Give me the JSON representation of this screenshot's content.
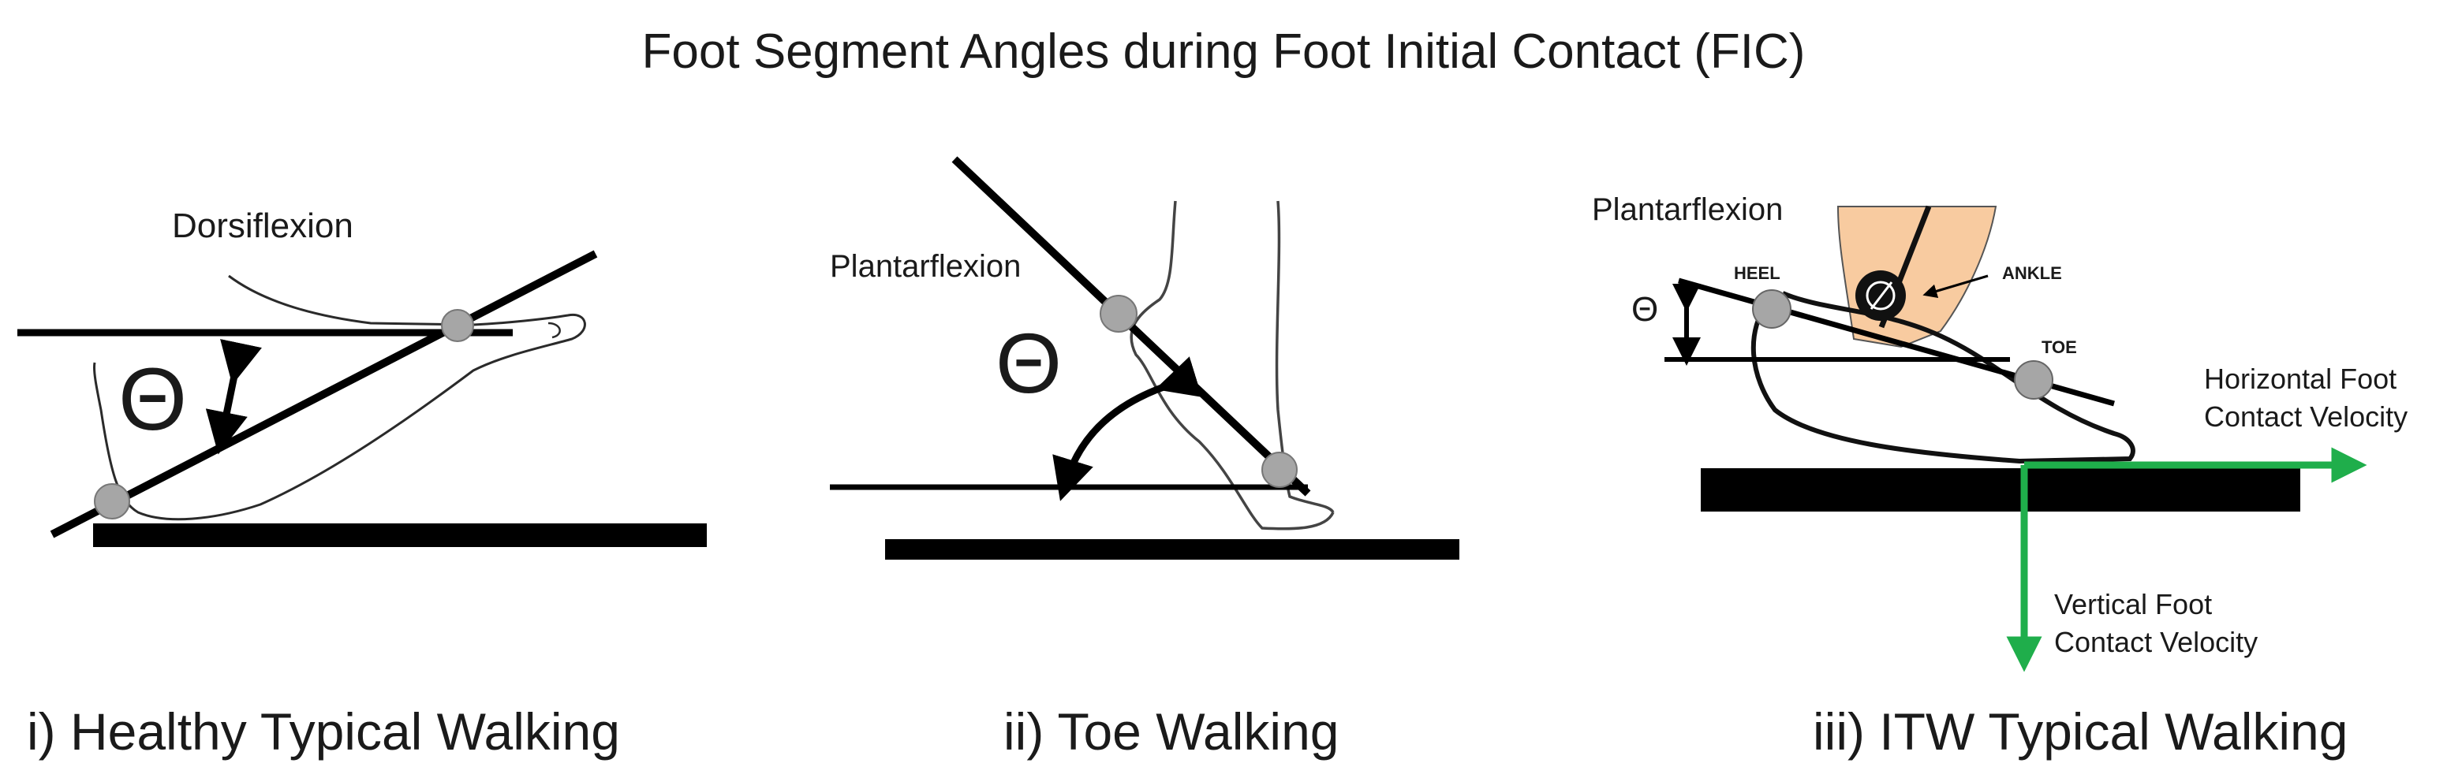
{
  "title": "Foot Segment Angles during Foot Initial Contact (FIC)",
  "panels": [
    {
      "caption": "i) Healthy Typical Walking",
      "angle_label": "Dorsiflexion",
      "theta": "Θ"
    },
    {
      "caption": "ii) Toe Walking",
      "angle_label": "Plantarflexion",
      "theta": "Θ"
    },
    {
      "caption": "iii) ITW Typical Walking",
      "angle_label": "Plantarflexion",
      "theta": "Θ",
      "markers": {
        "heel": "HEEL",
        "ankle": "ANKLE",
        "toe": "TOE"
      },
      "velocity": {
        "horizontal_line1": "Horizontal Foot",
        "horizontal_line2": "Contact Velocity",
        "vertical_line1": "Vertical Foot",
        "vertical_line2": "Contact Velocity"
      }
    }
  ],
  "colors": {
    "marker": "#a6a6a6",
    "arrow": "#1fae4b",
    "skin": "#f8cba0",
    "ink": "#000000"
  }
}
